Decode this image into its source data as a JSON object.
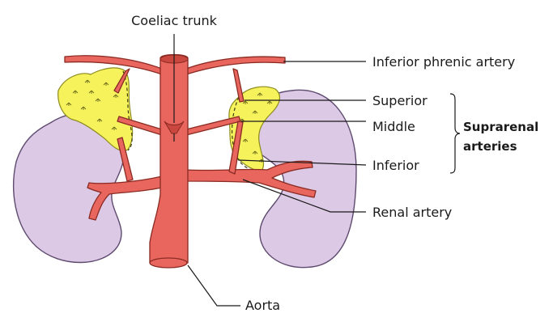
{
  "labels": {
    "coeliac_trunk": "Coeliac trunk",
    "inferior_phrenic_artery": "Inferior phrenic artery",
    "superior": "Superior",
    "middle": "Middle",
    "inferior": "Inferior",
    "suprarenal_line1": "Suprarenal",
    "suprarenal_line2": "arteries",
    "renal_artery": "Renal artery",
    "aorta": "Aorta"
  },
  "colors": {
    "artery": "#e8665e",
    "kidney": "#dcc9e6",
    "suprarenal_gland": "#f6f25c"
  }
}
